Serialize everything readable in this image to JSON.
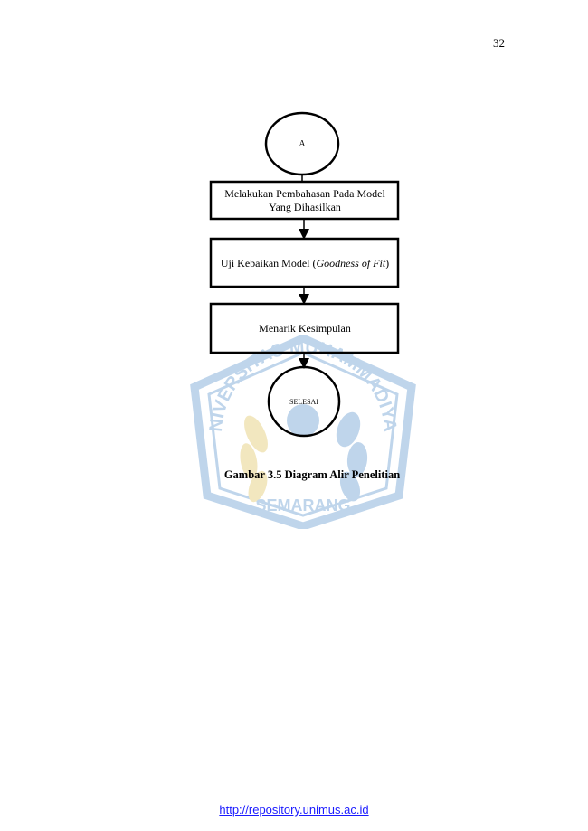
{
  "page": {
    "number": "32"
  },
  "watermark": {
    "top_text": "UNIVERSITAS MUHAMMADIYAH",
    "bottom_text": "SEMARANG",
    "color": "#3a7fc4"
  },
  "flowchart": {
    "start_connector": "A",
    "steps": [
      {
        "text": "Melakukan Pembahasan Pada Model Yang Dihasilkan"
      },
      {
        "text_before": "Uji Kebaikan Model (",
        "text_italic": "Goodness of Fit",
        "text_after": ")"
      },
      {
        "text": "Menarik Kesimpulan"
      }
    ],
    "end": "SELESAI"
  },
  "caption": "Gambar 3.5 Diagram Alir Penelitian",
  "footer": {
    "link": "http://repository.unimus.ac.id",
    "color": "#1a1aff"
  }
}
